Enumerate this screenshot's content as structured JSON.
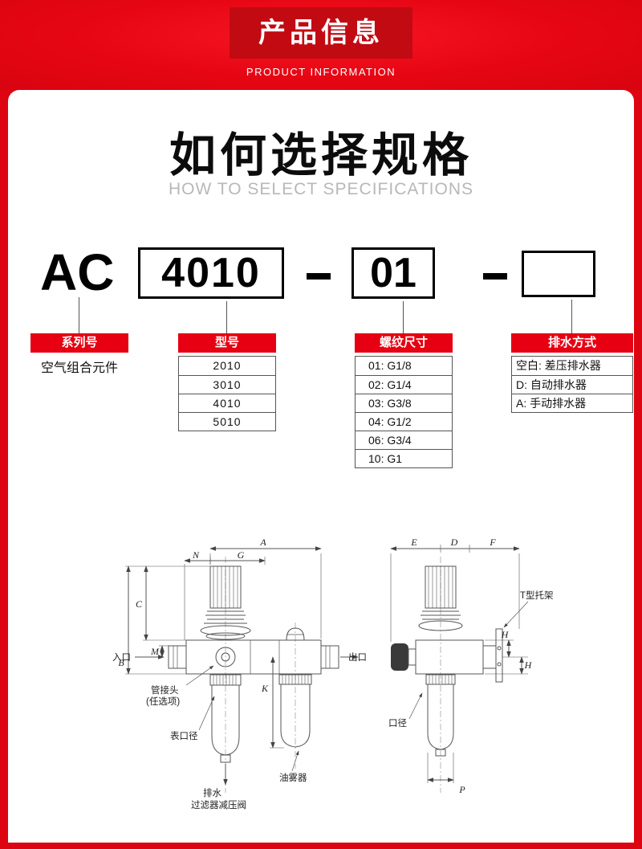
{
  "banner": {
    "title": "产品信息",
    "subtitle": "PRODUCT INFORMATION"
  },
  "intro": {
    "title": "如何选择规格",
    "subtitle": "HOW TO SELECT SPECIFICATIONS"
  },
  "model_code": {
    "series": "AC",
    "model": "4010",
    "thread": "01"
  },
  "spec_columns": {
    "series": {
      "header": "系列号",
      "value": "空气组合元件"
    },
    "model": {
      "header": "型号",
      "rows": [
        "2010",
        "3010",
        "4010",
        "5010"
      ]
    },
    "thread": {
      "header": "螺纹尺寸",
      "rows": [
        "01: G1/8",
        "02: G1/4",
        "03: G3/8",
        "04: G1/2",
        "06: G3/4",
        "10: G1"
      ]
    },
    "drain": {
      "header": "排水方式",
      "rows": [
        "空白: 差压排水器",
        "D:  自动排水器",
        "A:  手动排水器"
      ]
    }
  },
  "colors": {
    "accent_red": "#e60012",
    "banner_box_red": "#c20a13"
  },
  "diagram": {
    "left": {
      "dim_a": "A",
      "dim_n": "N",
      "dim_g": "G",
      "dim_c": "C",
      "dim_b": "B",
      "dim_m": "M",
      "dim_k": "K",
      "inlet": "入口",
      "outlet": "出口",
      "fitting_line1": "管接头",
      "fitting_line2": "(任选项)",
      "gauge_port": "表口径",
      "lubricator": "油雾器",
      "drain": "排水",
      "filter_regulator": "过滤器减压阀"
    },
    "right": {
      "dim_e": "E",
      "dim_d": "D",
      "dim_f": "F",
      "dim_h1": "H",
      "dim_h2": "H",
      "dim_p": "P",
      "bracket": "T型托架",
      "port": "口径"
    }
  }
}
